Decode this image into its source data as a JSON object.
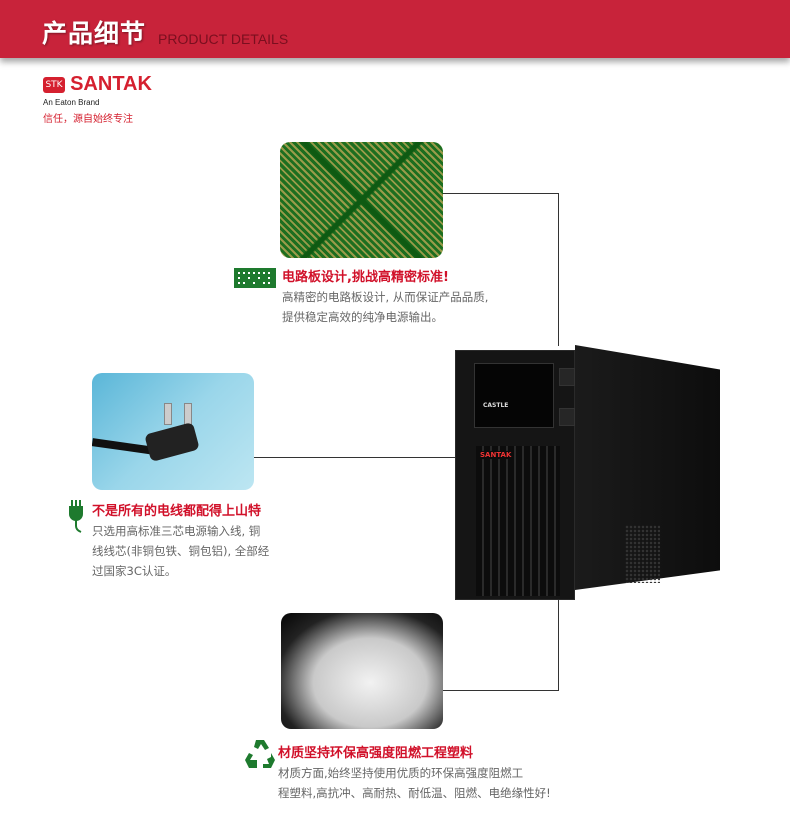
{
  "banner": {
    "title": "产品细节",
    "subtitle": "PRODUCT DETAILS"
  },
  "brand": {
    "mark": "STK",
    "name": "SANTAK",
    "tagline": "An Eaton Brand",
    "slogan": "信任，源自始终专注"
  },
  "ups": {
    "lcd_label": "CASTLE",
    "front_brand": "SANTAK"
  },
  "features": [
    {
      "icon": "circuit-board-icon",
      "title": "电路板设计,挑战高精密标准!",
      "lines": [
        "高精密的电路板设计, 从而保证产品品质,",
        "提供稳定高效的纯净电源输出。"
      ]
    },
    {
      "icon": "power-plug-icon",
      "title": "不是所有的电线都配得上山特",
      "lines": [
        "只选用高标准三芯电源输入线, 铜",
        "线线芯(非铜包铁、铜包铝), 全部经",
        "过国家3C认证。"
      ]
    },
    {
      "icon": "recycle-icon",
      "title": "材质坚持环保高强度阻燃工程塑料",
      "lines": [
        "材质方面,始终坚持使用优质的环保高强度阻燃工",
        "程塑料,高抗冲、高耐热、耐低温、阻燃、电绝缘性好!"
      ]
    }
  ],
  "colors": {
    "accent": "#c8233a",
    "title_red": "#d1112a",
    "icon_green": "#1e7a2e"
  }
}
